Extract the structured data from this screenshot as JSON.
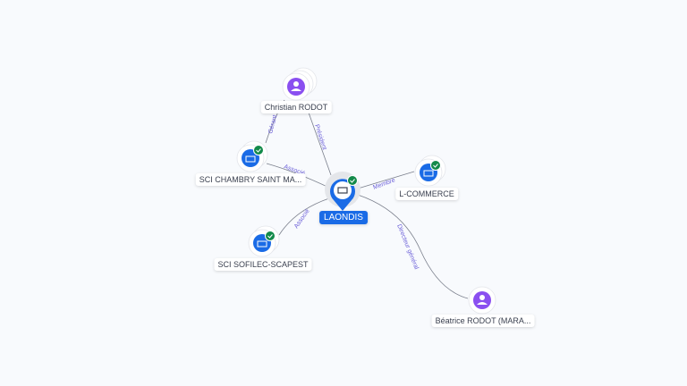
{
  "nodes": {
    "laondis": {
      "label": "LAONDIS",
      "type": "company",
      "verified": true
    },
    "christian": {
      "label": "Christian RODOT",
      "type": "person"
    },
    "chambry": {
      "label": "SCI CHAMBRY SAINT MA...",
      "type": "company",
      "verified": true
    },
    "lcommerce": {
      "label": "L-COMMERCE",
      "type": "company",
      "verified": true
    },
    "sofilec": {
      "label": "SCI SOFILEC-SCAPEST",
      "type": "company",
      "verified": true
    },
    "beatrice": {
      "label": "Béatrice RODOT (MARA...",
      "type": "person"
    }
  },
  "edges": {
    "president": "Président",
    "gerant": "Gérant",
    "associe_chambry": "Associé",
    "membre": "Membre",
    "associe_sofilec": "Associé",
    "dg": "Directeur général"
  },
  "colors": {
    "company": "#1a6be6",
    "person": "#8a4ff0",
    "verified": "#138a4a",
    "edge_label": "#6b5fd8"
  }
}
